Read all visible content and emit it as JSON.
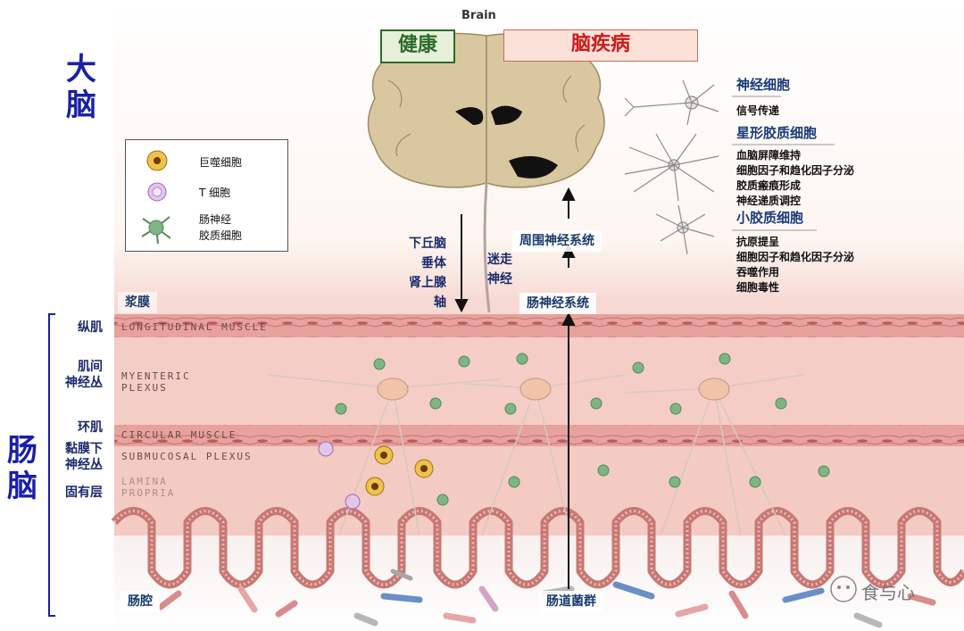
{
  "brain": {
    "caption": "Brain",
    "healthy_label": "健康",
    "disease_label": "脑疾病"
  },
  "left_titles": {
    "brain": "大脑",
    "gut": "肠脑"
  },
  "left_layers": [
    "纵肌",
    "肌间\n神经丛",
    "环肌",
    "黏膜下\n神经丛",
    "固有层"
  ],
  "tissue_labels": {
    "longitudinal": "LONGITUDINAL MUSCLE",
    "myenteric": "MYENTERIC\nPLEXUS",
    "circular": "CIRCULAR MUSCLE",
    "submucosal": "SUBMUCOSAL PLEXUS",
    "lamina": "LAMINA\nPROPRIA"
  },
  "pathways": {
    "hpa": "下丘脑\n垂体\n肾上腺\n轴",
    "vagus": "迷走\n神经",
    "peripheral": "周围神经系统",
    "enteric": "肠神经系统"
  },
  "region_labels": {
    "serosa": "浆膜",
    "lumen": "肠腔",
    "microbiota": "肠道菌群"
  },
  "legend": {
    "items": [
      {
        "label": "巨噬细胞",
        "icon": "macrophage-icon"
      },
      {
        "label": "T 细胞",
        "icon": "t-cell-icon"
      },
      {
        "label": "肠神经\n胶质细胞",
        "icon": "enteric-glia-icon"
      }
    ]
  },
  "brain_cells": [
    {
      "name": "神经细胞",
      "functions": [
        "信号传递"
      ]
    },
    {
      "name": "星形胶质细胞",
      "functions": [
        "血脑屏障维持",
        "细胞因子和趋化因子分泌",
        "胶质瘢痕形成",
        "神经递质调控"
      ]
    },
    {
      "name": "小胶质细胞",
      "functions": [
        "抗原提呈",
        "细胞因子和趋化因子分泌",
        "吞噬作用",
        "细胞毒性"
      ]
    }
  ],
  "watermark": "食与心",
  "colors": {
    "title_blue": "#1a1fa8",
    "healthy_green": "#2e6b2a",
    "disease_red": "#cc1a1a",
    "muscle_pink": "#e8a6a2",
    "brain_tan": "#d9c7a0"
  }
}
